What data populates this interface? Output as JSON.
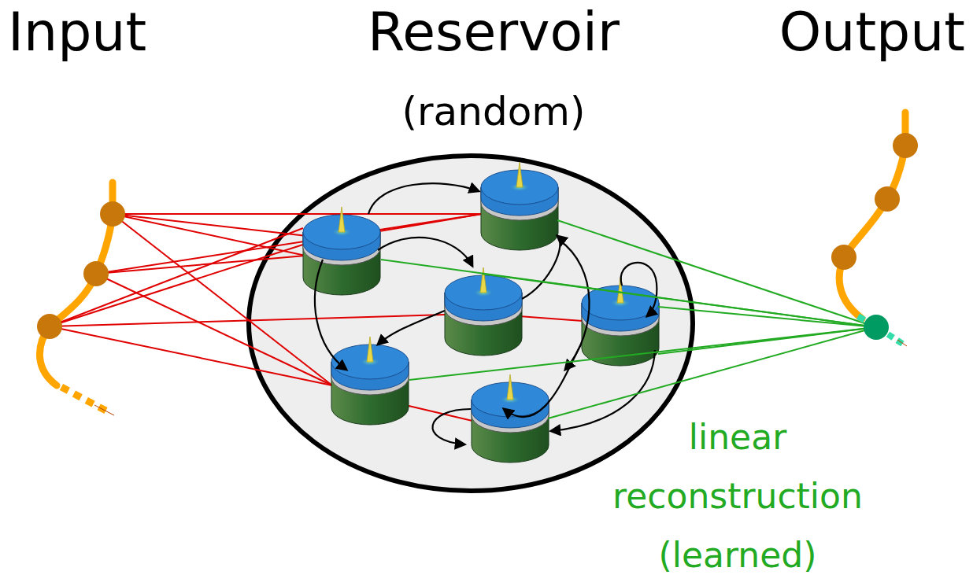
{
  "diagram": {
    "labels": [
      "Input",
      "Reservoir",
      "(random)",
      "Output",
      "linear reconstruction (learned)"
    ]
  }
}
